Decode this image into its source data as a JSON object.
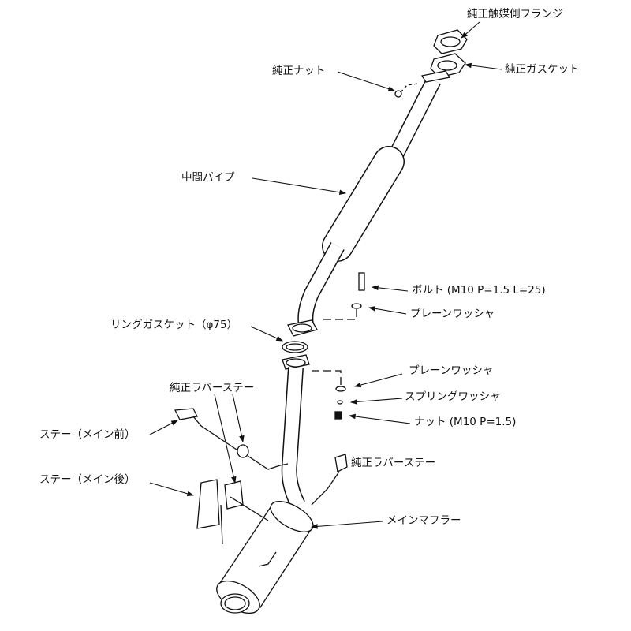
{
  "labels": {
    "oem_cat_flange": "純正触媒側フランジ",
    "oem_gasket": "純正ガスケット",
    "oem_nut": "純正ナット",
    "mid_pipe": "中間パイプ",
    "bolt": "ボルト (M10 P=1.5 L=25)",
    "plain_washer_upper": "プレーンワッシャ",
    "ring_gasket": "リングガスケット（φ75）",
    "oem_rubber_stay_left": "純正ラバーステー",
    "plain_washer_lower": "プレーンワッシャ",
    "spring_washer": "スプリングワッシャ",
    "nut": "ナット (M10 P=1.5)",
    "stay_main_front": "ステー（メイン前）",
    "oem_rubber_stay_right": "純正ラバーステー",
    "stay_main_rear": "ステー（メイン後）",
    "main_muffler": "メインマフラー"
  },
  "colors": {
    "line": "#111111",
    "background": "#ffffff"
  }
}
